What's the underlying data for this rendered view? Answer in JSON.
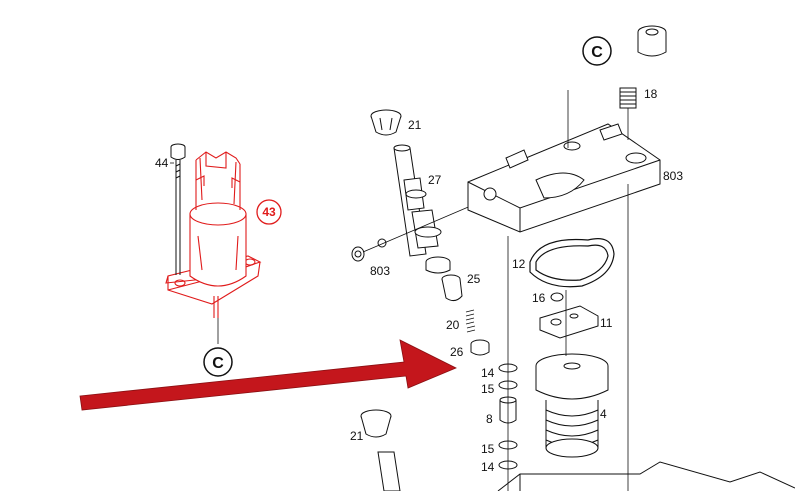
{
  "diagram": {
    "accent_color": "#e01b1b",
    "arrow_color": "#c4161c",
    "highlighted_part": "43",
    "parts": {
      "p44": "44",
      "p43": "43",
      "p21a": "21",
      "p27": "27",
      "p803a": "803",
      "p803b": "803",
      "p25": "25",
      "p20": "20",
      "p26": "26",
      "p18": "18",
      "p12": "12",
      "p16": "16",
      "p11": "11",
      "p14a": "14",
      "p15a": "15",
      "p8": "8",
      "p15b": "15",
      "p14b": "14",
      "p4": "4",
      "p21b": "21"
    },
    "connectors": {
      "c_top": "C",
      "c_left": "C"
    }
  }
}
